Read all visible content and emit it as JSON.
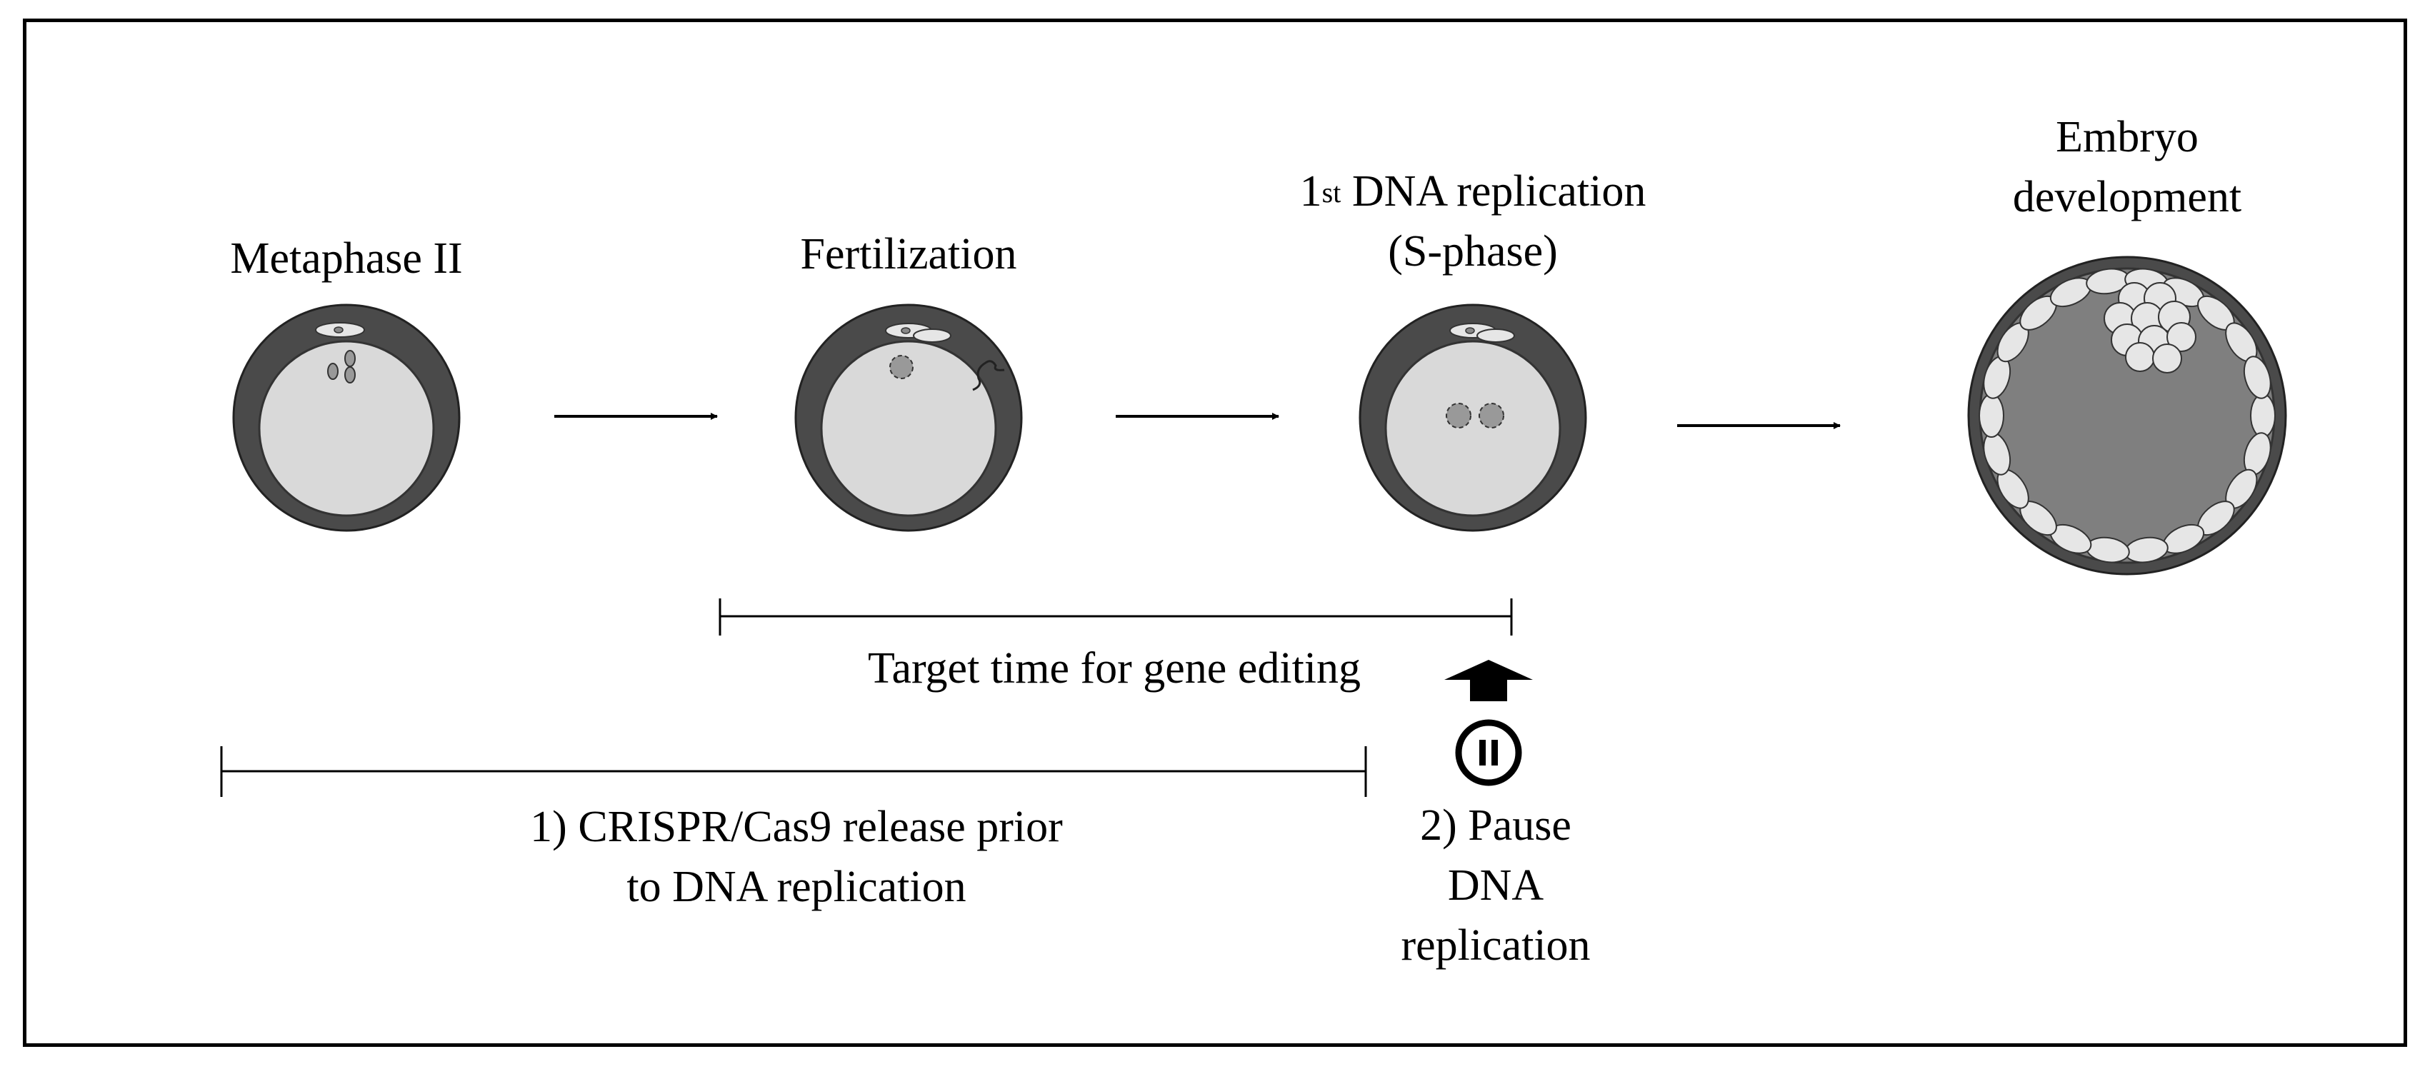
{
  "stages": [
    {
      "label": "Metaphase II"
    },
    {
      "label": "Fertilization"
    },
    {
      "label_prefix": "1",
      "label_sup": "st",
      "label_rest": " DNA replication",
      "label_line2": "(S-phase)"
    },
    {
      "label_line1": "Embryo",
      "label_line2": "development"
    }
  ],
  "target_label": "Target time for gene editing",
  "strategy1": {
    "line1": "1) CRISPR/Cas9 release prior",
    "line2": "to DNA replication"
  },
  "strategy2": {
    "line1": "2) Pause",
    "line2": "DNA",
    "line3": "replication"
  },
  "icons": {
    "pause": "pause-circle-icon",
    "arrow_up": "up-arrow-icon",
    "arrow_right": "right-arrow-icon"
  },
  "colors": {
    "zona": "#4a4a4a",
    "cytoplasm": "#d9d9d9",
    "blastocoel": "#7f7f7f",
    "cell": "#e6e6e6",
    "line": "#000000"
  }
}
